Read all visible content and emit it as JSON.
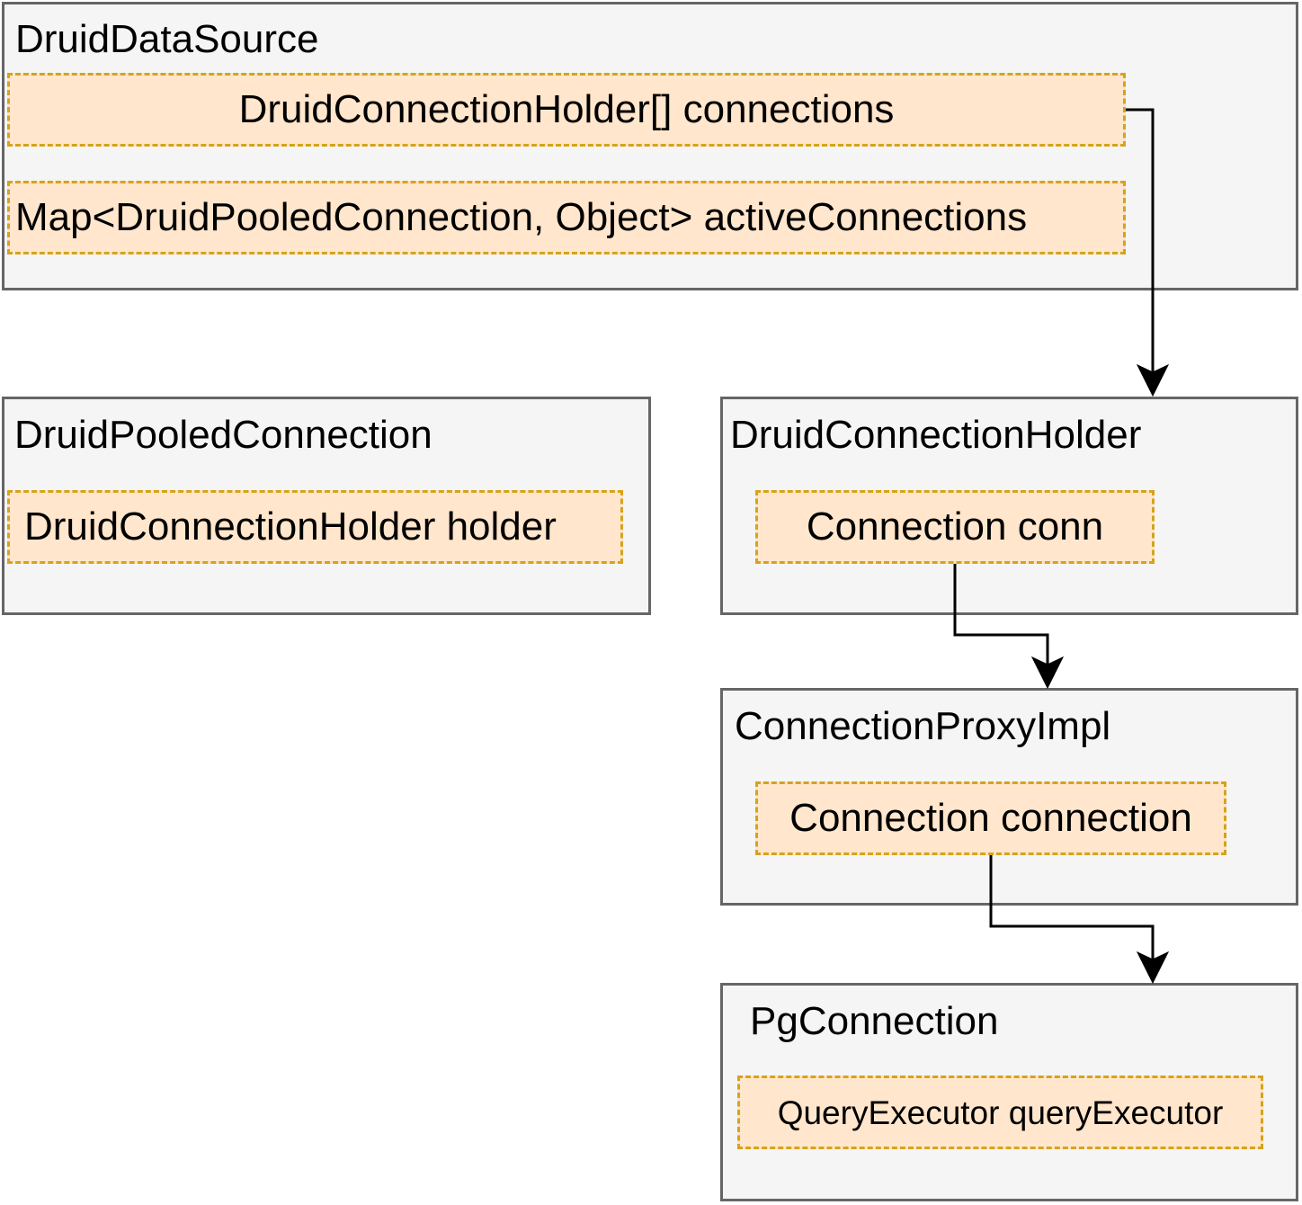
{
  "classes": {
    "druid_data_source": {
      "title": "DruidDataSource",
      "fields": [
        "DruidConnectionHolder[] connections",
        "Map<DruidPooledConnection, Object> activeConnections"
      ]
    },
    "druid_pooled_connection": {
      "title": "DruidPooledConnection",
      "fields": [
        "DruidConnectionHolder holder"
      ]
    },
    "druid_connection_holder": {
      "title": "DruidConnectionHolder",
      "fields": [
        "Connection conn"
      ]
    },
    "connection_proxy_impl": {
      "title": "ConnectionProxyImpl",
      "fields": [
        "Connection connection"
      ]
    },
    "pg_connection": {
      "title": "PgConnection",
      "fields": [
        "QueryExecutor queryExecutor"
      ]
    }
  },
  "colors": {
    "class_fill": "#f5f5f5",
    "class_stroke": "#666666",
    "field_fill": "#ffe6cc",
    "field_stroke": "#d6a31a",
    "arrow": "#000000"
  }
}
